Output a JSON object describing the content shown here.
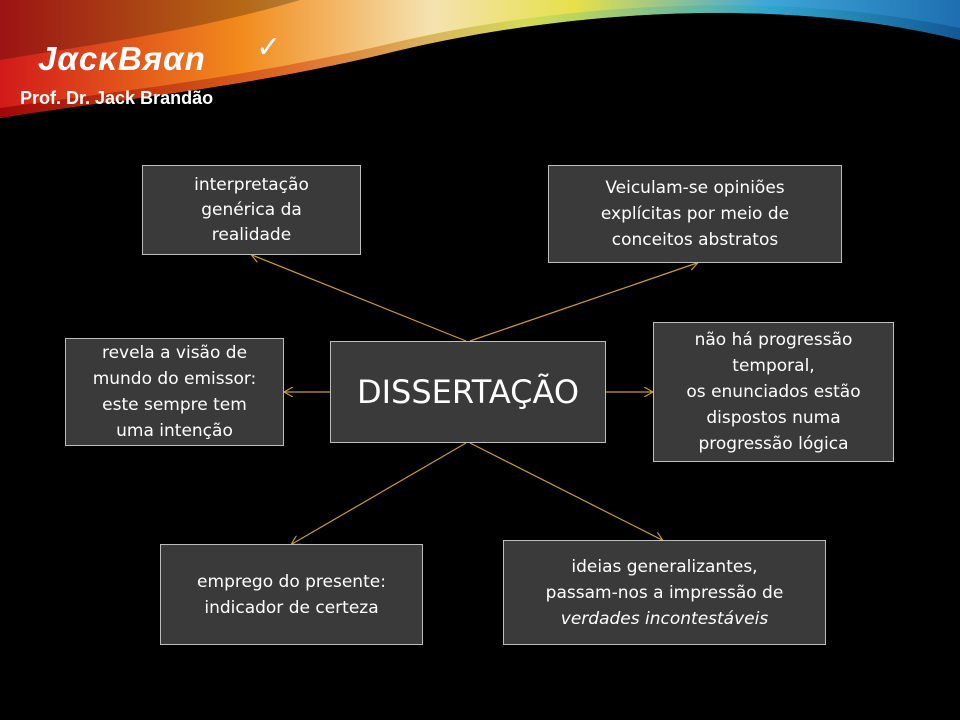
{
  "header": {
    "logo_text": "JαϲκBяαn",
    "logo_check": "✓",
    "subtitle": "Prof. Dr. Jack Brandão"
  },
  "diagram": {
    "center": "DISSERTAÇÃO",
    "boxes": {
      "top_left": [
        "interpretação",
        "genérica da",
        "realidade"
      ],
      "top_right": [
        "Veiculam-se opiniões",
        "explícitas por meio de",
        "conceitos abstratos"
      ],
      "left": [
        "revela a visão de",
        "mundo do emissor:",
        "este sempre tem",
        "uma intenção"
      ],
      "right": [
        "não há progressão",
        "temporal,",
        "os enunciados estão",
        "dispostos numa",
        "progressão lógica"
      ],
      "bottom_left": [
        "emprego do presente:",
        "indicador de certeza"
      ],
      "bottom_right": [
        "ideias generalizantes,",
        "passam-nos a impressão de",
        "verdades incontestáveis"
      ]
    },
    "connector_color": "#c89b3c",
    "box_fill": "#3a3a3a",
    "box_border": "#bdbdbd"
  }
}
